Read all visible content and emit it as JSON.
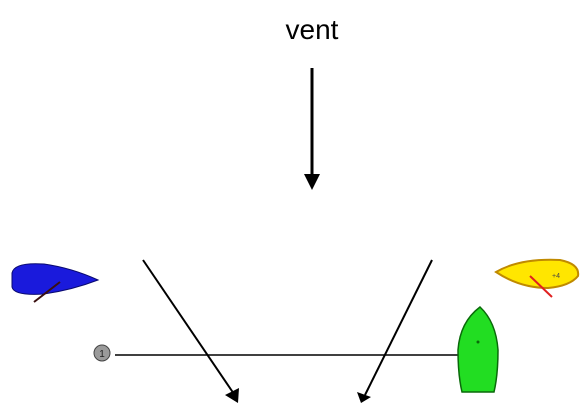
{
  "wind": {
    "label": "vent"
  },
  "mark": {
    "number": "1",
    "color": "#9a9a9a"
  },
  "boats": [
    {
      "name": "blue-boat",
      "hull_color": "#1a1adc",
      "tiller_color": "#3a1010"
    },
    {
      "name": "yellow-boat",
      "hull_color": "#ffe600",
      "tiller_color": "#e02020"
    },
    {
      "name": "green-boat",
      "hull_color": "#22dd22"
    }
  ],
  "colors": {
    "line": "#000000",
    "arrow": "#000000"
  }
}
